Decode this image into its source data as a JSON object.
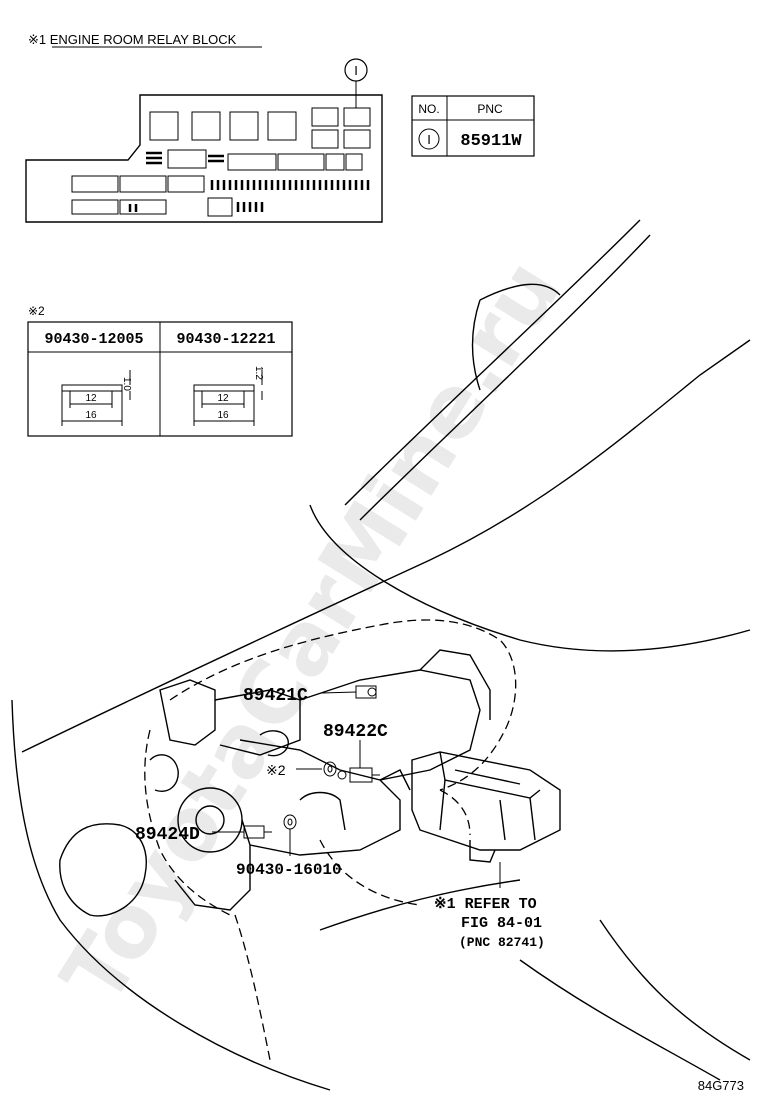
{
  "title_note": "※1 ENGINE ROOM RELAY BLOCK",
  "callout_i": "I",
  "pnc_table": {
    "col_no": "NO.",
    "col_pnc": "PNC",
    "row_no": "I",
    "row_pnc": "85911W"
  },
  "note2": {
    "label": "※2",
    "part_a": "90430-12005",
    "part_b": "90430-12221",
    "dim_inner": "12",
    "dim_outer": "16",
    "thickness_a": "1.0",
    "thickness_b": "1.2"
  },
  "labels": {
    "p89421c": "89421C",
    "p89422c": "89422C",
    "p89424d": "89424D",
    "p90430": "90430-16010",
    "note2_ref": "※2",
    "refer_line1": "※1 REFER TO",
    "refer_line2": "FIG 84-01",
    "refer_line3": "(PNC 82741)"
  },
  "watermark": "ToyotaCarMine.ru",
  "fig_code": "84G773"
}
